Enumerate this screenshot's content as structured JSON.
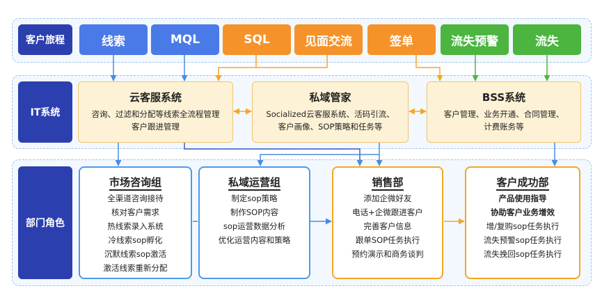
{
  "rows": {
    "journey_label": "客户旅程",
    "it_label": "IT系统",
    "dept_label": "部门角色"
  },
  "stages": [
    {
      "label": "线索",
      "color": "#4a7ae8"
    },
    {
      "label": "MQL",
      "color": "#4a7ae8"
    },
    {
      "label": "SQL",
      "color": "#f5922a"
    },
    {
      "label": "见面交流",
      "color": "#f5922a"
    },
    {
      "label": "签单",
      "color": "#f5922a"
    },
    {
      "label": "流失预警",
      "color": "#4bb540"
    },
    {
      "label": "流失",
      "color": "#4bb540"
    }
  ],
  "systems": [
    {
      "title": "云客服系统",
      "desc": [
        "咨询、过滤和分配等线索全流程管理",
        "客户跟进管理"
      ]
    },
    {
      "title": "私域管家",
      "desc": [
        "Socialized云客服系统、活码引流、",
        "客户画像、SOP策略和任务等"
      ]
    },
    {
      "title": "BSS系统",
      "desc": [
        "客户管理、业务开通、合同管理、",
        "计费账务等"
      ]
    }
  ],
  "departments": [
    {
      "title": "市场咨询组",
      "items": [
        "全渠道咨询接待",
        "核对客户需求",
        "热线索录入系统",
        "冷线索sop孵化",
        "沉默线索sop激活",
        "激活线索重新分配"
      ]
    },
    {
      "title": "私域运营组",
      "items": [
        "制定sop策略",
        "制作SOP内容",
        "sop运营数据分析",
        "优化运营内容和策略"
      ]
    },
    {
      "title": "销售部",
      "items": [
        "添加企微好友",
        "电话+企微跟进客户",
        "完善客户信息",
        "跟单SOP任务执行",
        "预约演示和商务谈判"
      ]
    },
    {
      "title": "客户成功部",
      "items": [
        "产品使用指导",
        "协助客户业务增效",
        "增/复购sop任务执行",
        "流失预警sop任务执行",
        "流失挽回sop任务执行"
      ]
    }
  ]
}
